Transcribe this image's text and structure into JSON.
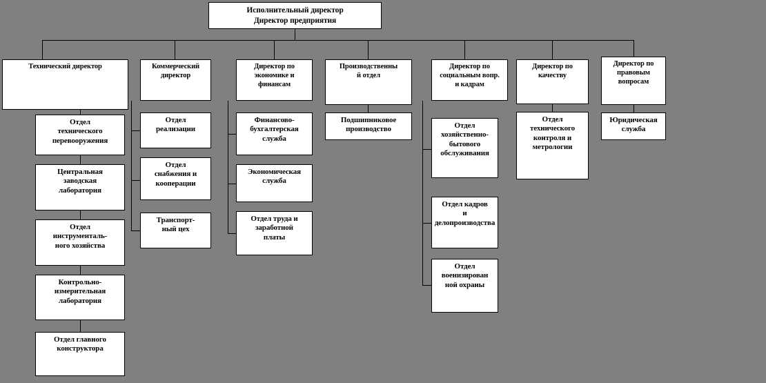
{
  "chart_data": {
    "type": "diagram",
    "title": "Организационная структура предприятия",
    "orientation": "top-down tree",
    "levels": 3
  },
  "diagram": {
    "root": {
      "id": "root",
      "label": "Исполнительный директор\nДиректор предприятия"
    },
    "branches": [
      {
        "id": "tech",
        "label": "Технический директор",
        "children": [
          {
            "id": "tech-1",
            "label": "Отдел\nтехнического\nперевооружения"
          },
          {
            "id": "tech-2",
            "label": "Центральная\nзаводская\nлаборатория"
          },
          {
            "id": "tech-3",
            "label": "Отдел\nинструменталь-\nного хозяйства"
          },
          {
            "id": "tech-4",
            "label": "Контрольно-\nизмерительная\nлаборатория"
          },
          {
            "id": "tech-5",
            "label": "Отдел главного\nконструктора"
          }
        ]
      },
      {
        "id": "comm",
        "label": "Коммерческий\nдиректор",
        "children": [
          {
            "id": "comm-1",
            "label": "Отдел\nреализации"
          },
          {
            "id": "comm-2",
            "label": "Отдел\nснабжения и\nкооперации"
          },
          {
            "id": "comm-3",
            "label": "Транспорт-\nный цех"
          }
        ]
      },
      {
        "id": "econ",
        "label": "Директор по\nэкономике и\nфинансам",
        "children": [
          {
            "id": "econ-1",
            "label": "Финансово-\nбухгалтерская\nслужба"
          },
          {
            "id": "econ-2",
            "label": "Экономическая\nслужба"
          },
          {
            "id": "econ-3",
            "label": "Отдел  труда и\nзаработной\nплаты"
          }
        ]
      },
      {
        "id": "prod",
        "label": "Производственны\nй отдел",
        "children": [
          {
            "id": "prod-1",
            "label": "Подшипниковое\nпроизводство"
          }
        ]
      },
      {
        "id": "social",
        "label": "Директор по\nсоциальным вопр.\nи кадрам",
        "children": [
          {
            "id": "social-1",
            "label": "Отдел\nхозяйственно-\nбытового\nобслуживания"
          },
          {
            "id": "social-2",
            "label": "Отдел кадров\nи делопроизводства"
          },
          {
            "id": "social-3",
            "label": "Отдел\nвоенизирован\nной охраны"
          }
        ]
      },
      {
        "id": "quality",
        "label": "Директор по\nкачеству",
        "children": [
          {
            "id": "quality-1",
            "label": "Отдел\nтехнического\nконтроля и\nметрологии"
          }
        ]
      },
      {
        "id": "legal",
        "label": "Директор по\nправовым\nвопросам",
        "children": [
          {
            "id": "legal-1",
            "label": "Юридическая\nслужба"
          }
        ]
      }
    ]
  }
}
